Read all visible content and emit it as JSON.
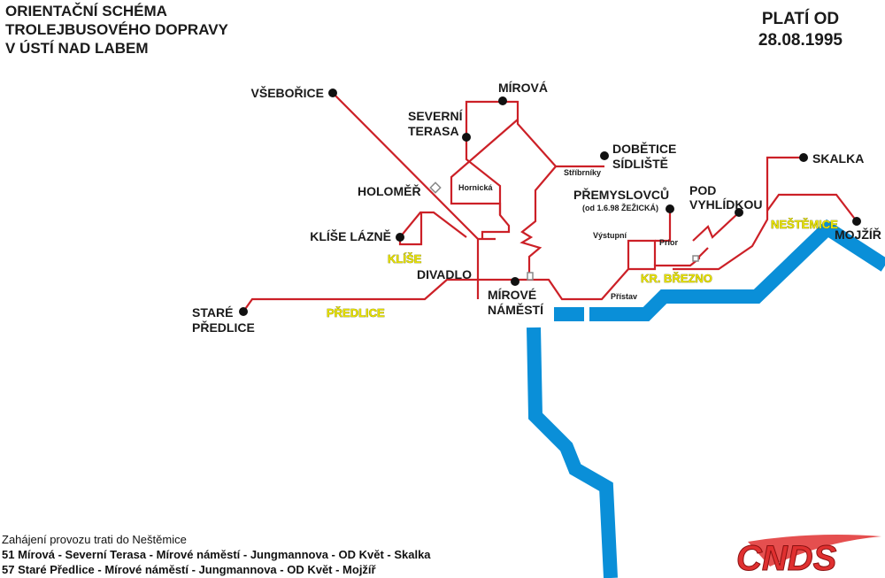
{
  "title": [
    "ORIENTAČNÍ SCHÉMA",
    "TROLEJBUSOVÉHO DOPRAVY",
    "V ÚSTÍ NAD LABEM"
  ],
  "validity": {
    "label": "PLATÍ OD",
    "date": "28.08.1995"
  },
  "stops": {
    "vsebořice": "VŠEBOŘICE",
    "mirova": "MÍROVÁ",
    "severni_terasa_1": "SEVERNÍ",
    "severni_terasa_2": "TERASA",
    "dobetice_1": "DOBĚTICE",
    "dobetice_2": "SÍDLIŠTĚ",
    "holomer": "HOLOMĚŘ",
    "klise_lazne": "KLÍŠE LÁZNĚ",
    "divadlo": "DIVADLO",
    "mirove_namesti_1": "MÍROVÉ",
    "mirove_namesti_2": "NÁMĚSTÍ",
    "stare_predlice_1": "STARÉ",
    "stare_predlice_2": "PŘEDLICE",
    "premyslovcu": "PŘEMYSLOVCŮ",
    "premyslovcu_note": "(od 1.6.98 ŽEŽICKÁ)",
    "pod_vyhlidkou_1": "POD",
    "pod_vyhlidkou_2": "VYHLÍDKOU",
    "skalka": "SKALKA",
    "mojzir": "MOJŽÍŘ"
  },
  "minor_labels": {
    "hornicka": "Hornická",
    "stribrniky": "Stříbrníky",
    "vystupni": "Výstupní",
    "prior": "Prior",
    "pristav": "Přístav"
  },
  "districts": {
    "klise": "KLÍŠE",
    "predlice": "PŘEDLICE",
    "kr_brezno": "KR. BŘEZNO",
    "nestemice": "NEŠTĚMICE"
  },
  "footer": {
    "line1": "Zahájení provozu trati do Neštěmice",
    "line2": "51 Mírová - Severní Terasa - Mírové náměstí - Jungmannova - OD Květ - Skalka",
    "line3": "57 Staré Předlice - Mírové náměstí - Jungmannova - OD Květ - Mojžíř"
  },
  "logo": "CNDS",
  "colors": {
    "route": "#cc2027",
    "river": "#0a8fd8",
    "stop": "#111111",
    "district": "#e8e200",
    "logo": "#e03030"
  }
}
